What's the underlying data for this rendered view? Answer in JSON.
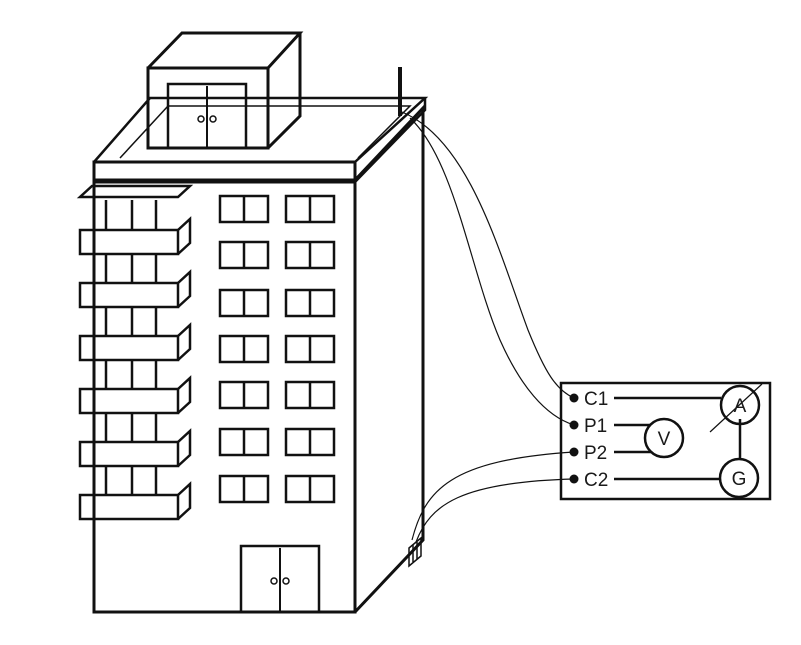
{
  "meter": {
    "terminals": [
      {
        "id": "c1",
        "label": "C1"
      },
      {
        "id": "p1",
        "label": "P1"
      },
      {
        "id": "p2",
        "label": "P2"
      },
      {
        "id": "c2",
        "label": "C2"
      }
    ],
    "ammeter_label": "A",
    "voltmeter_label": "V",
    "generator_label": "G"
  },
  "colors": {
    "stroke": "#111111",
    "background": "#ffffff"
  }
}
